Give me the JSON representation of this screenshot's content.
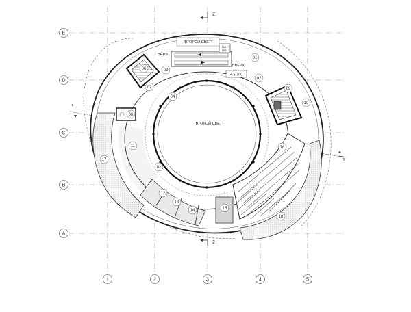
{
  "grid": {
    "row_labels": [
      "E",
      "D",
      "C",
      "B",
      "A"
    ],
    "col_labels": [
      "1",
      "2",
      "3",
      "4",
      "5"
    ]
  },
  "section_marks": {
    "top": "2",
    "bottom": "2",
    "left": "1",
    "right": "1"
  },
  "labels": {
    "second_light_top": "\"ВТОРОЙ СВЕТ\"",
    "second_light_center": "\"ВТОРОЙ СВЕТ\"",
    "down": "ВНИЗ",
    "up": "ВВЕРХ",
    "elevation": "+ 5,700",
    "kiosk_line1": "ТАКТ",
    "kiosk_line2": "ОГО"
  },
  "rooms": [
    "01",
    "02",
    "02",
    "03",
    "04",
    "06",
    "07",
    "08",
    "09",
    "10",
    "11",
    "12",
    "13",
    "14",
    "15",
    "16",
    "17",
    "18"
  ],
  "colors": {
    "line": "#333333",
    "grid": "#999999",
    "hatch_fill": "#e8e8e8",
    "dark_fill": "#d4d4d4"
  }
}
